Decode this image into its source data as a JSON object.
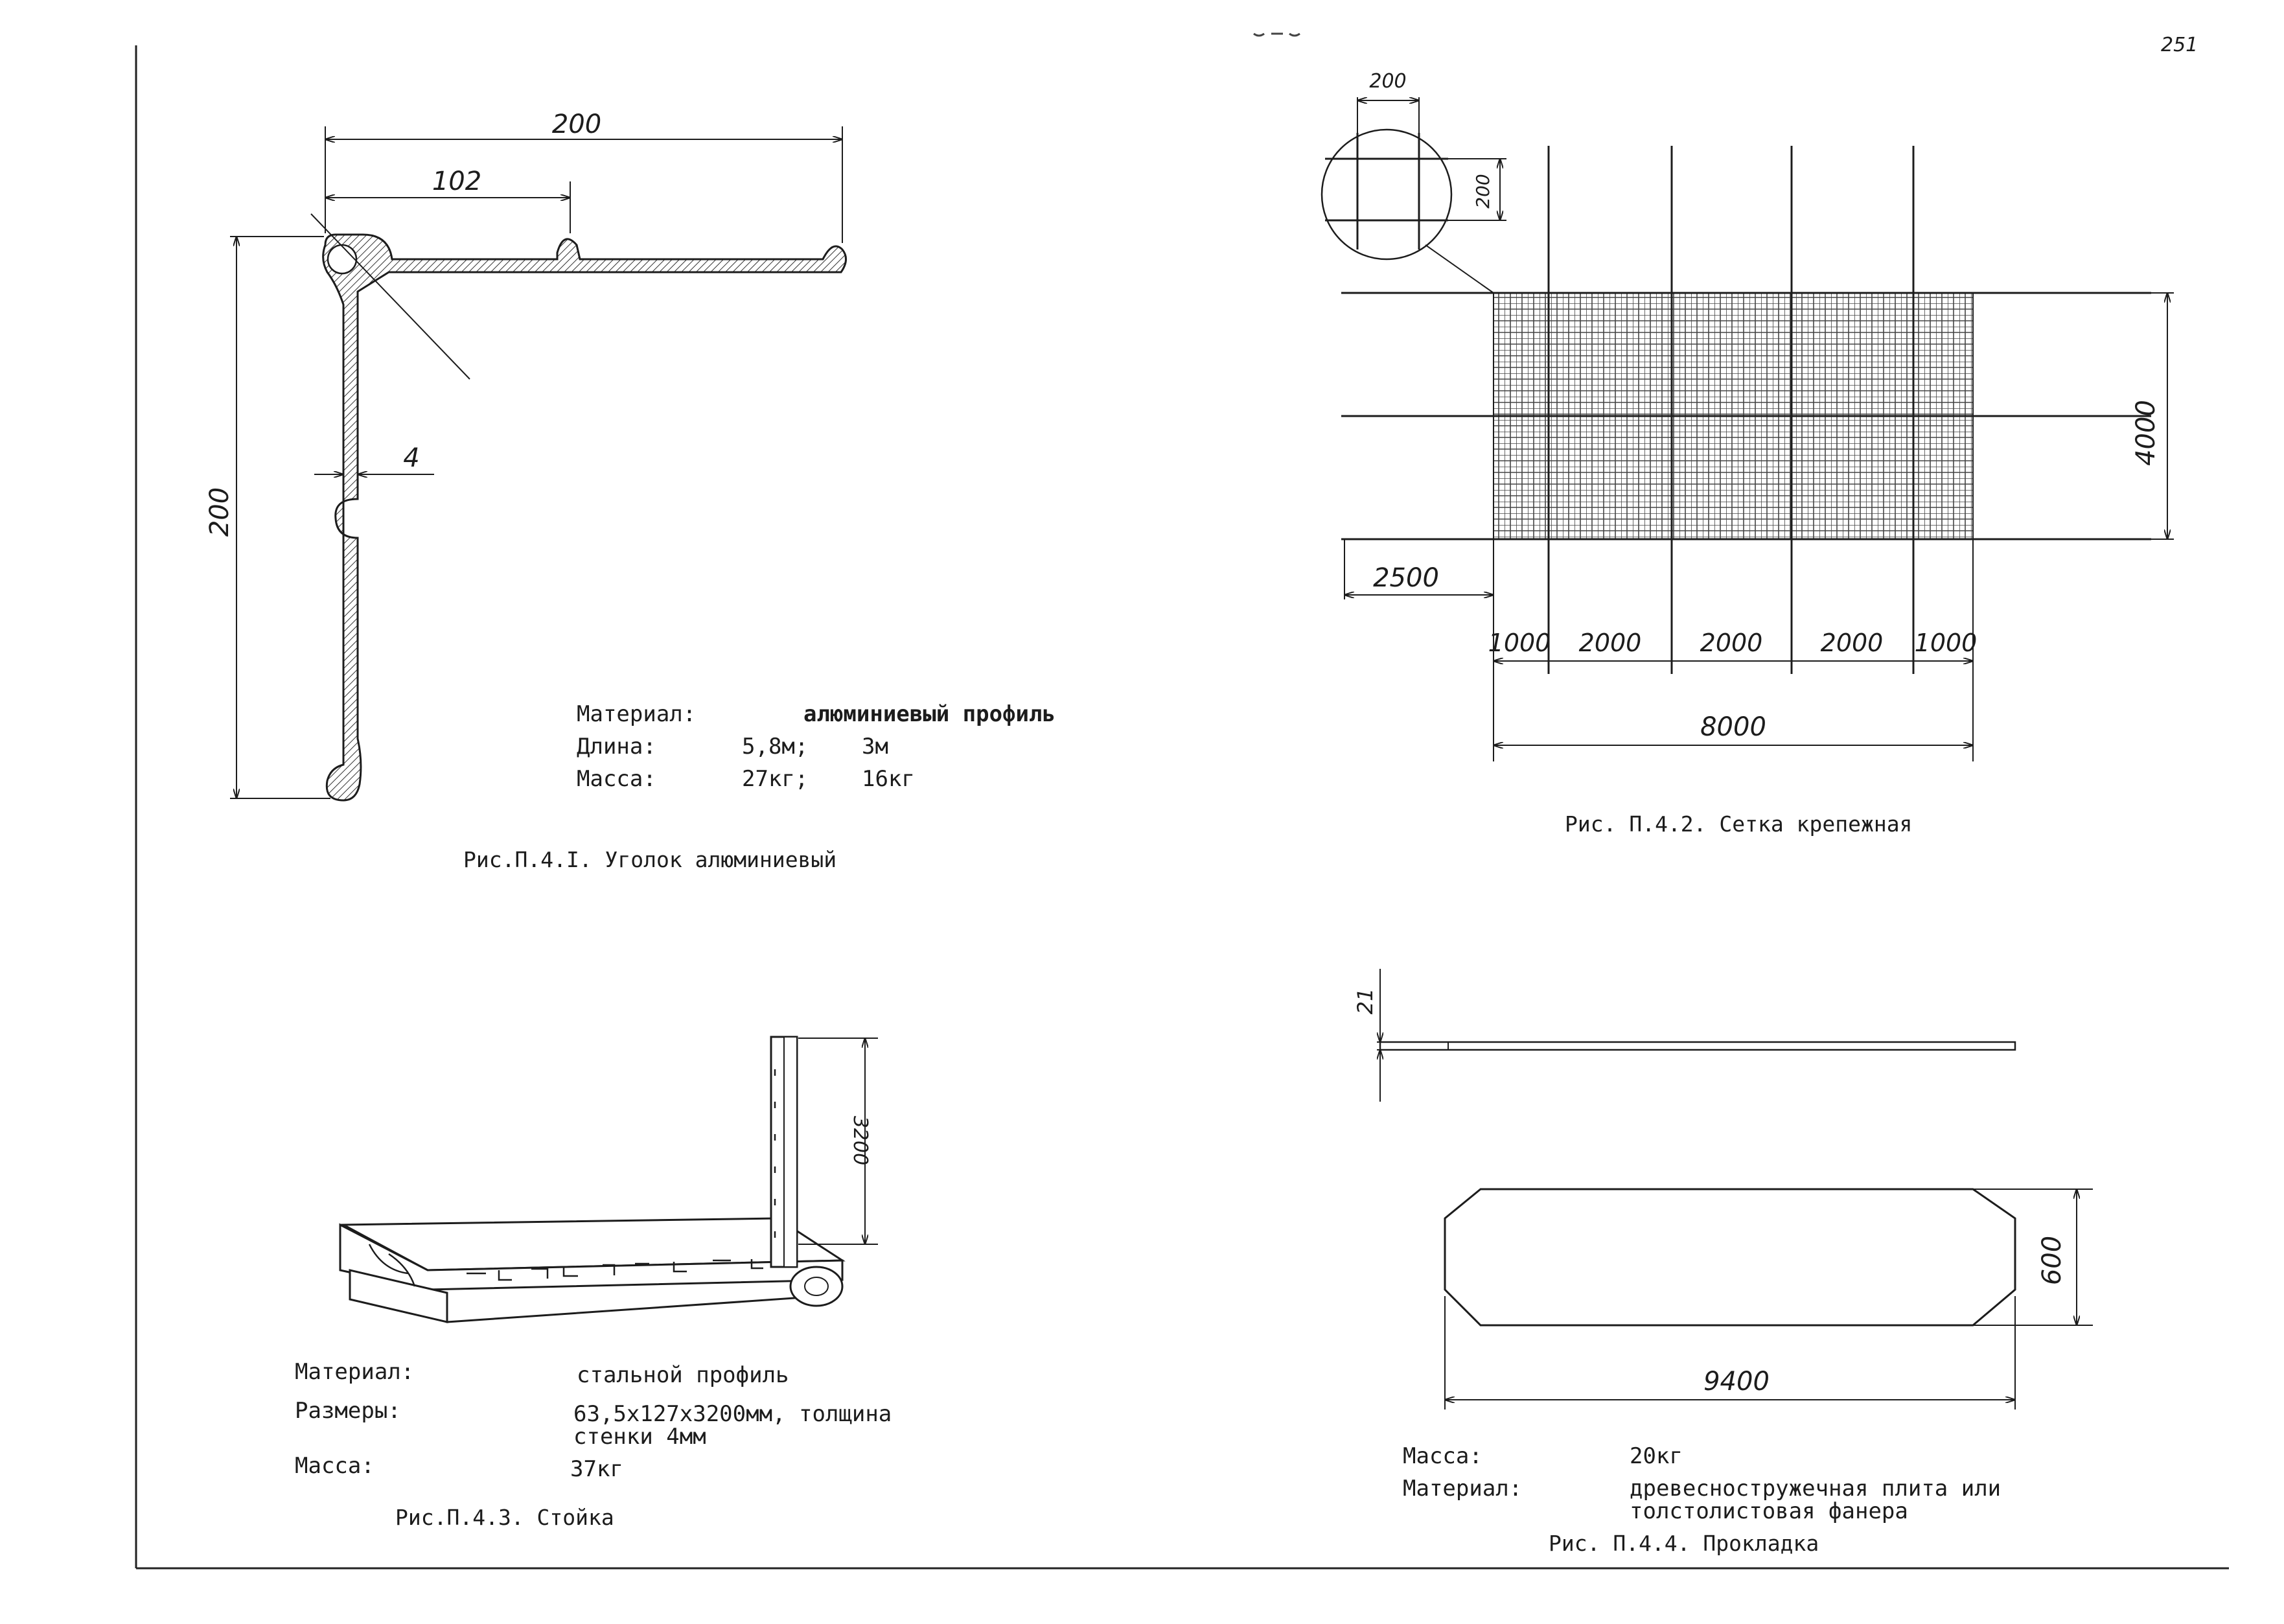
{
  "page_number": "251",
  "fig1": {
    "caption": "Рис.П.4.I. Уголок алюминиевый",
    "dims": {
      "top_width": "200",
      "notch_pos": "102",
      "height": "200",
      "thickness": "4"
    },
    "spec": {
      "material_label": "Материал:",
      "material_value": "алюминиевый профиль",
      "length_label": "Длина:",
      "length_value_1": "5,8м;",
      "length_value_2": "3м",
      "mass_label": "Масса:",
      "mass_value_1": "27кг;",
      "mass_value_2": "16кг"
    }
  },
  "fig2": {
    "caption": "Рис. П.4.2. Сетка крепежная",
    "dims": {
      "detail_w": "200",
      "detail_h": "200",
      "height": "4000",
      "offset": "2500",
      "seg1": "1000",
      "seg2": "2000",
      "seg3": "2000",
      "seg4": "2000",
      "seg5": "1000",
      "total": "8000"
    }
  },
  "fig3": {
    "caption": "Рис.П.4.3. Стойка",
    "dims": {
      "height": "3200"
    },
    "spec": {
      "material_label": "Материал:",
      "material_value": "стальной профиль",
      "size_label": "Размеры:",
      "size_value_1": "63,5х127х3200мм, толщина",
      "size_value_2": "стенки 4мм",
      "mass_label": "Масса:",
      "mass_value": "37кг"
    }
  },
  "fig4": {
    "caption": "Рис. П.4.4. Прокладка",
    "dims": {
      "thickness": "21",
      "width": "600",
      "length": "9400"
    },
    "spec": {
      "mass_label": "Масса:",
      "mass_value": "20кг",
      "material_label": "Материал:",
      "material_value_1": "древесностружечная плита или",
      "material_value_2": "толстолистовая фанера"
    }
  }
}
